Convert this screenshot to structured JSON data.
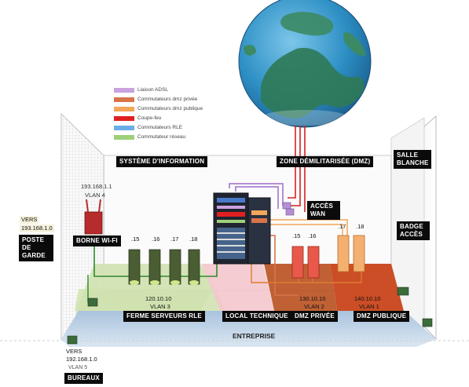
{
  "legend": [
    {
      "label": "Liaison ADSL",
      "color": "#c9a2e0"
    },
    {
      "label": "Commutateurs dmz privée",
      "color": "#d9734a"
    },
    {
      "label": "Commutateurs dmz publique",
      "color": "#f2a75a"
    },
    {
      "label": "Coupe-feu",
      "color": "#e02020"
    },
    {
      "label": "Commutateurs RLE",
      "color": "#6aaee6"
    },
    {
      "label": "Commutateur réseau",
      "color": "#9fd07a"
    }
  ],
  "zones": {
    "systeme_information": "SYSTÈME D'INFORMATION",
    "zone_dmz": "ZONE DÉMILITARISÉE (DMZ)",
    "salle_blanche": "SALLE BLANCHE",
    "acces_wan": "ACCÈS WAN",
    "badge_acces": "BADGE ACCÈS",
    "borne_wifi": "BORNE WI-FI",
    "poste_garde": "POSTE DE GARDE",
    "ferme_serveurs": "FERME SERVEURS RLE",
    "local_technique": "LOCAL TECHNIQUE",
    "dmz_privee": "DMZ PRIVÉE",
    "dmz_publique": "DMZ PUBLIQUE",
    "entreprise": "ENTREPRISE",
    "bureaux": "BUREAUX"
  },
  "networks": {
    "wifi_ip": "193.168.1.1",
    "wifi_vlan": "VLAN 4",
    "garde_vers": "VERS",
    "garde_ip": "193.168.1.0",
    "rle_ip": "120.10.10",
    "rle_vlan": "VLAN 3",
    "dmz_priv_ip": "130.10.10",
    "dmz_priv_vlan": "VLAN 2",
    "dmz_pub_ip": "140.10.10",
    "dmz_pub_vlan": "VLAN 1",
    "bureaux_vers": "VERS",
    "bureaux_ip": "192.168.1.0",
    "bureaux_vlan": "VLAN 5"
  },
  "hosts": {
    "rle": [
      ".15",
      ".16",
      ".17",
      ".18"
    ],
    "dmz_privee": [
      ".15",
      ".16"
    ],
    "dmz_publique": [
      ".17",
      ".18"
    ]
  },
  "colors": {
    "rle_floor": "#c9dba0",
    "local_floor": "#f3c7cc",
    "dmz_priv_floor": "#c45a2a",
    "dmz_pub_floor": "#c8441a",
    "corridor_floor": "#b9cde2",
    "ocean": "#2d8fc4",
    "land": "#2f7a58"
  }
}
